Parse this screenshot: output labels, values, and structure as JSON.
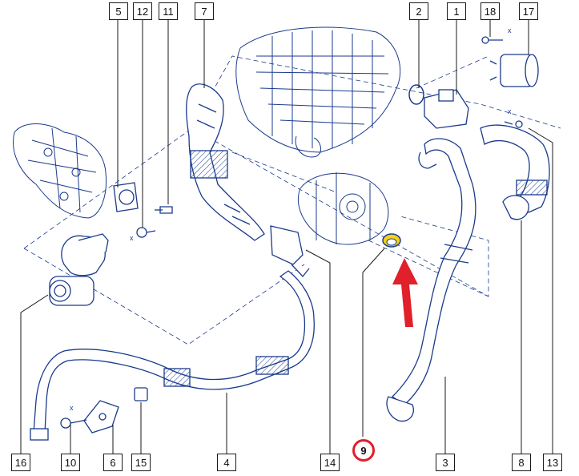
{
  "diagram": {
    "top_callouts": [
      "5",
      "12",
      "11",
      "7",
      "2",
      "1",
      "18",
      "17"
    ],
    "bottom_callouts": [
      "16",
      "10",
      "6",
      "15",
      "4",
      "14",
      "3",
      "8",
      "13"
    ],
    "highlighted_callout": "9",
    "fastener_marks": [
      "x",
      "x",
      "x",
      "x"
    ],
    "colors": {
      "line": "#1a3a8c",
      "leader": "#1a1a1a",
      "highlight_ring": "#e0202a",
      "arrow": "#e0202a",
      "ring_part": "#f3d21c"
    }
  }
}
